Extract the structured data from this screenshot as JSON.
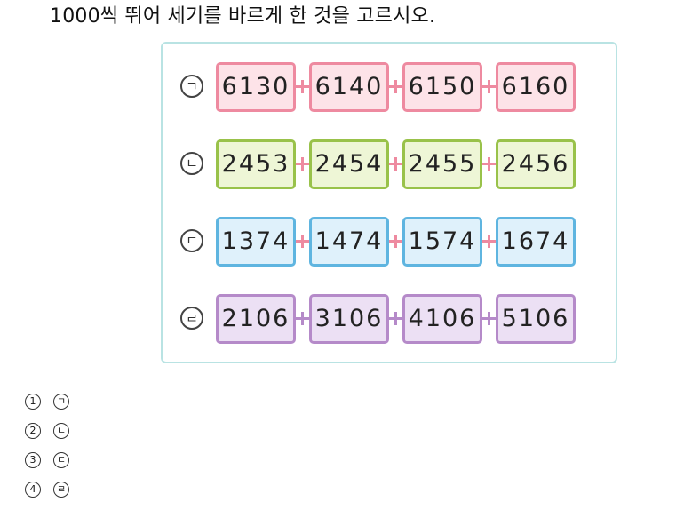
{
  "question": {
    "text": "1000씩 뛰어 세기를 바르게 한 것을 고르시오."
  },
  "rows": [
    {
      "marker": "ㄱ",
      "values": [
        "6130",
        "6140",
        "6150",
        "6160"
      ],
      "fill": "#fde3e8",
      "border": "#ee8aa0",
      "connector": "#ee8aa0"
    },
    {
      "marker": "ㄴ",
      "values": [
        "2453",
        "2454",
        "2455",
        "2456"
      ],
      "fill": "#eef6d6",
      "border": "#99c24a",
      "connector": "#ee8aa0"
    },
    {
      "marker": "ㄷ",
      "values": [
        "1374",
        "1474",
        "1574",
        "1674"
      ],
      "fill": "#dff1fb",
      "border": "#5fb5e0",
      "connector": "#ee8aa0"
    },
    {
      "marker": "ㄹ",
      "values": [
        "2106",
        "3106",
        "4106",
        "5106"
      ],
      "fill": "#ece0f4",
      "border": "#b58ac9",
      "connector": "#b58ac9"
    }
  ],
  "options": [
    {
      "number": "1",
      "marker": "ㄱ"
    },
    {
      "number": "2",
      "marker": "ㄴ"
    },
    {
      "number": "3",
      "marker": "ㄷ"
    },
    {
      "number": "4",
      "marker": "ㄹ"
    }
  ]
}
